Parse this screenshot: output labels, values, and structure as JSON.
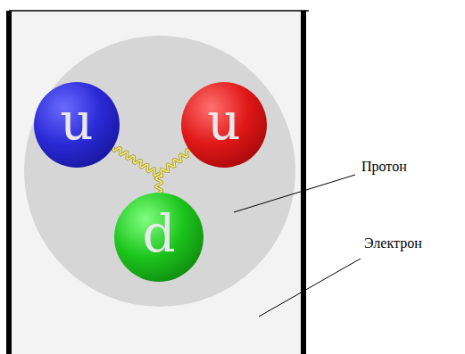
{
  "diagram": {
    "nodes": [
      {
        "text": [
          "u"
        ]
      },
      {
        "text": [
          "u"
        ]
      },
      {
        "text": [
          "d"
        ]
      }
    ],
    "edges": [
      {
        "from": 0,
        "to": 1,
        "arrow": "none"
      },
      {
        "from": 0,
        "to": 2,
        "arrow": "none"
      },
      {
        "from": 1,
        "to": 2,
        "arrow": "none"
      }
    ],
    "labels": [
      "Протон",
      "Электрон"
    ]
  }
}
